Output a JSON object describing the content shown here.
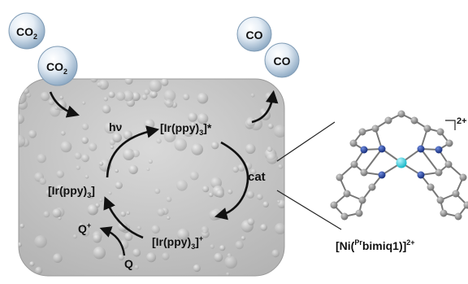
{
  "bubbles": {
    "co2_left_top": {
      "main": "CO",
      "sub": "2"
    },
    "co2_left_bottom": {
      "main": "CO",
      "sub": "2"
    },
    "co_top": "CO",
    "co_right": "CO"
  },
  "cycle": {
    "hv": "hν",
    "excited": {
      "main": "[Ir(ppy)",
      "sub": "3",
      "tail": "]*"
    },
    "ground": {
      "main": "[Ir(ppy)",
      "sub": "3",
      "tail": "]"
    },
    "reduced": {
      "main": "[Ir(ppy)",
      "sub": "3",
      "tail": "]",
      "sup": "+"
    },
    "cat": "cat",
    "q_plus": {
      "main": "Q",
      "sup": "+"
    },
    "q": "Q"
  },
  "complex": {
    "prefix": "[Ni(",
    "sup": "Pr",
    "body": "bimiq1)]",
    "charge": "2+",
    "bracket_charge": "2+"
  },
  "colors": {
    "droplet_panel": "#bfbfbf",
    "bubble": "#a9c3da",
    "nickel_atom": "#2fd3e0",
    "nitrogen_atom": "#1f3f9e",
    "carbon_atom": "#8a8a8a",
    "arrow": "#111111"
  }
}
